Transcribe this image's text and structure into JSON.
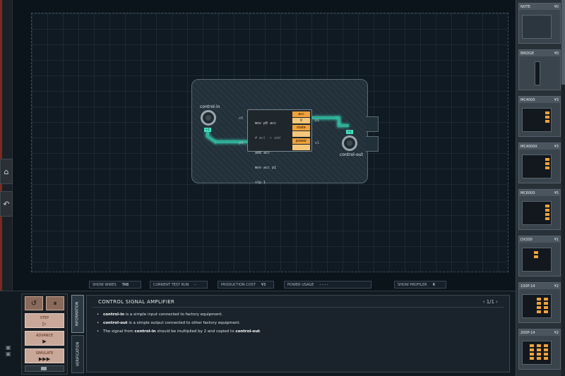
{
  "left_rail": {
    "home_icon": "⌂",
    "undo_icon": "↶"
  },
  "board": {
    "input_pin": {
      "label": "control-in",
      "tag": "+1"
    },
    "output_pin": {
      "label": "control-out",
      "tag": "+1"
    },
    "chip": {
      "code": [
        "mov p0 acc",
        "# mul -> add",
        "add acc",
        "mov acc p1",
        "slp 1"
      ],
      "registers": [
        {
          "name": "acc",
          "value": "0"
        },
        {
          "name": "state",
          "value": ""
        },
        {
          "name": "power",
          "value": ""
        }
      ],
      "ports": {
        "x0": "x0",
        "p0": "p0",
        "p1": "p1",
        "x1": "x1"
      }
    }
  },
  "status_bar": {
    "show_wires": "SHOW WIRES",
    "show_wires_key": "TAB",
    "current_test_run": "CURRENT TEST RUN",
    "current_test_run_value": "-",
    "production_cost": "PRODUCTION COST",
    "production_cost_value": "¥3",
    "power_usage": "POWER USAGE",
    "power_usage_value": "- - - -",
    "show_profiler": "SHOW PROFILER",
    "show_profiler_key": "R"
  },
  "controls": {
    "reset_icon": "↺",
    "pause_icon": "⏸",
    "step": {
      "label": "STEP",
      "glyph": "▷"
    },
    "advance": {
      "label": "ADVANCE",
      "glyph": "▶"
    },
    "simulate": {
      "label": "SIMULATE",
      "glyph": "▶▶▶"
    }
  },
  "tabs": {
    "information": "INFORMATION",
    "verification": "VERIFICATION"
  },
  "info": {
    "title": "CONTROL SIGNAL AMPLIFIER",
    "pager": "‹  1/1  ›",
    "bullets": [
      {
        "strong": "control-in",
        "text": " is a simple input connected to factory equipment."
      },
      {
        "strong": "control-out",
        "text": " is a simple output connected to other factory equipment."
      },
      {
        "pre": "The signal from ",
        "strong": "control-in",
        "mid": " should be multiplied by 2 and copied to ",
        "strong2": "control-out",
        "post": "."
      }
    ]
  },
  "palette": [
    {
      "name": "NOTE",
      "price": "¥0"
    },
    {
      "name": "BRIDGE",
      "price": "¥0"
    },
    {
      "name": "MC4000",
      "price": "¥3"
    },
    {
      "name": "MC4000X",
      "price": "¥3"
    },
    {
      "name": "MC6000",
      "price": "¥5"
    },
    {
      "name": "DX300",
      "price": "¥1"
    },
    {
      "name": "100P-14",
      "price": "¥2"
    },
    {
      "name": "200P-14",
      "price": "¥2"
    }
  ],
  "colors": {
    "accent_wire": "#2fae96",
    "register": "#f0a23a",
    "frame_red": "#7a2a1e"
  }
}
